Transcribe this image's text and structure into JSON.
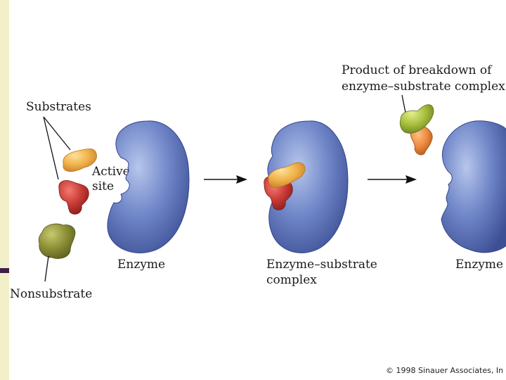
{
  "labels": {
    "substrates": "Substrates",
    "active_site_line1": "Active",
    "active_site_line2": "site",
    "enzyme_left": "Enzyme",
    "nonsubstrate": "Nonsubstrate",
    "complex_line1": "Enzyme–substrate",
    "complex_line2": "complex",
    "product_line1": "Product of breakdown of",
    "product_line2": "enzyme–substrate complex",
    "enzyme_right": "Enzyme"
  },
  "copyright": "© 1998 Sinauer Associates, In",
  "colors": {
    "enzyme": "#6f86c8",
    "substrate_yellow": "#f0b24a",
    "substrate_red": "#c83a36",
    "nonsubstrate": "#8c8f36",
    "product_green": "#a7be3c",
    "product_orange": "#ee8a3f",
    "side_band": "#f2f0c8"
  }
}
